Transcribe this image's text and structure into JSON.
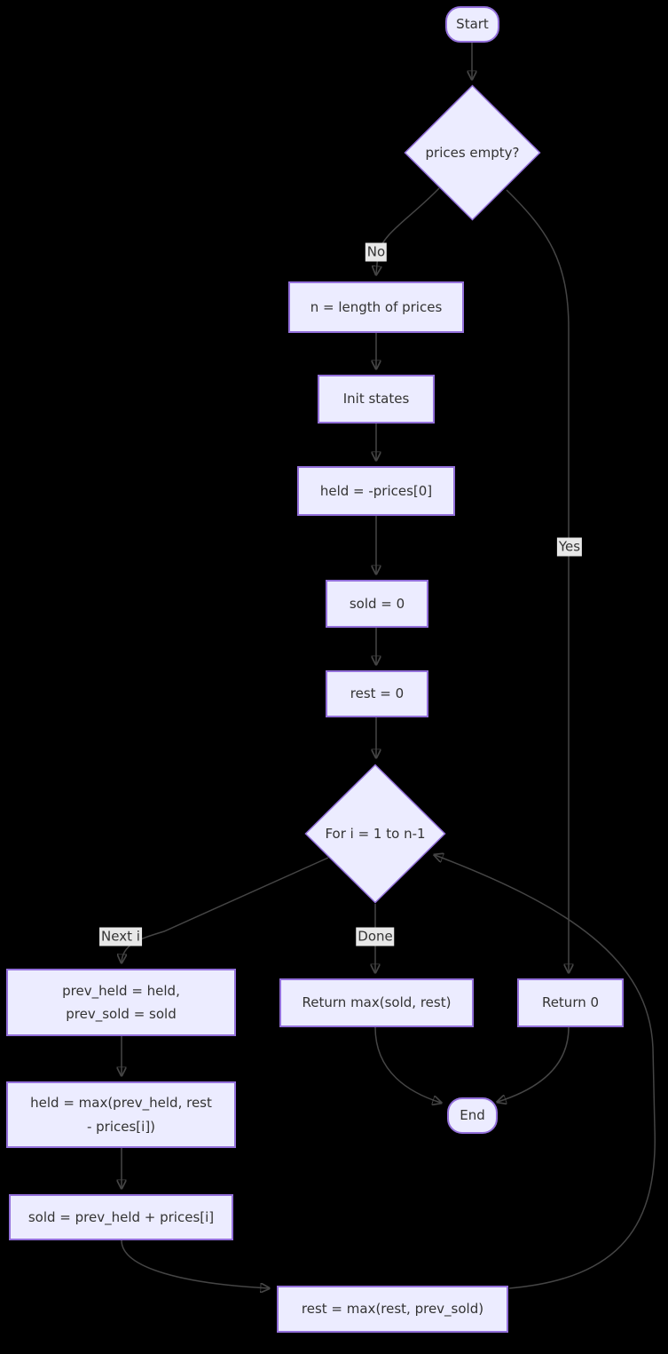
{
  "diagram": {
    "type": "flowchart",
    "background": "#000000",
    "colors": {
      "node_fill": "#ececff",
      "node_border": "#9370db",
      "node_text": "#333333",
      "edge_line": "#454545",
      "edge_label_bg": "#e8e8e8",
      "edge_label_text": "#333333"
    },
    "nodes": {
      "start": {
        "label": "Start",
        "shape": "stadium"
      },
      "prices_empty": {
        "label": "prices empty?",
        "shape": "diamond"
      },
      "n_length": {
        "label": "n = length of prices",
        "shape": "rect"
      },
      "init_states": {
        "label": "Init states",
        "shape": "rect"
      },
      "held_init": {
        "label": "held = -prices[0]",
        "shape": "rect"
      },
      "sold_init": {
        "label": "sold = 0",
        "shape": "rect"
      },
      "rest_init": {
        "label": "rest = 0",
        "shape": "rect"
      },
      "loop": {
        "label": "For i = 1 to n-1",
        "shape": "diamond"
      },
      "prev_assign": {
        "label": "prev_held = held,\nprev_sold = sold",
        "shape": "rect"
      },
      "return_max": {
        "label": "Return max(sold, rest)",
        "shape": "rect"
      },
      "return_zero": {
        "label": "Return 0",
        "shape": "rect"
      },
      "held_update": {
        "label": "held = max(prev_held, rest\n- prices[i])",
        "shape": "rect"
      },
      "sold_update": {
        "label": "sold = prev_held + prices[i]",
        "shape": "rect"
      },
      "rest_update": {
        "label": "rest = max(rest, prev_sold)",
        "shape": "rect"
      },
      "end": {
        "label": "End",
        "shape": "stadium"
      }
    },
    "edge_labels": {
      "no": "No",
      "yes": "Yes",
      "next_i": "Next i",
      "done": "Done"
    }
  }
}
